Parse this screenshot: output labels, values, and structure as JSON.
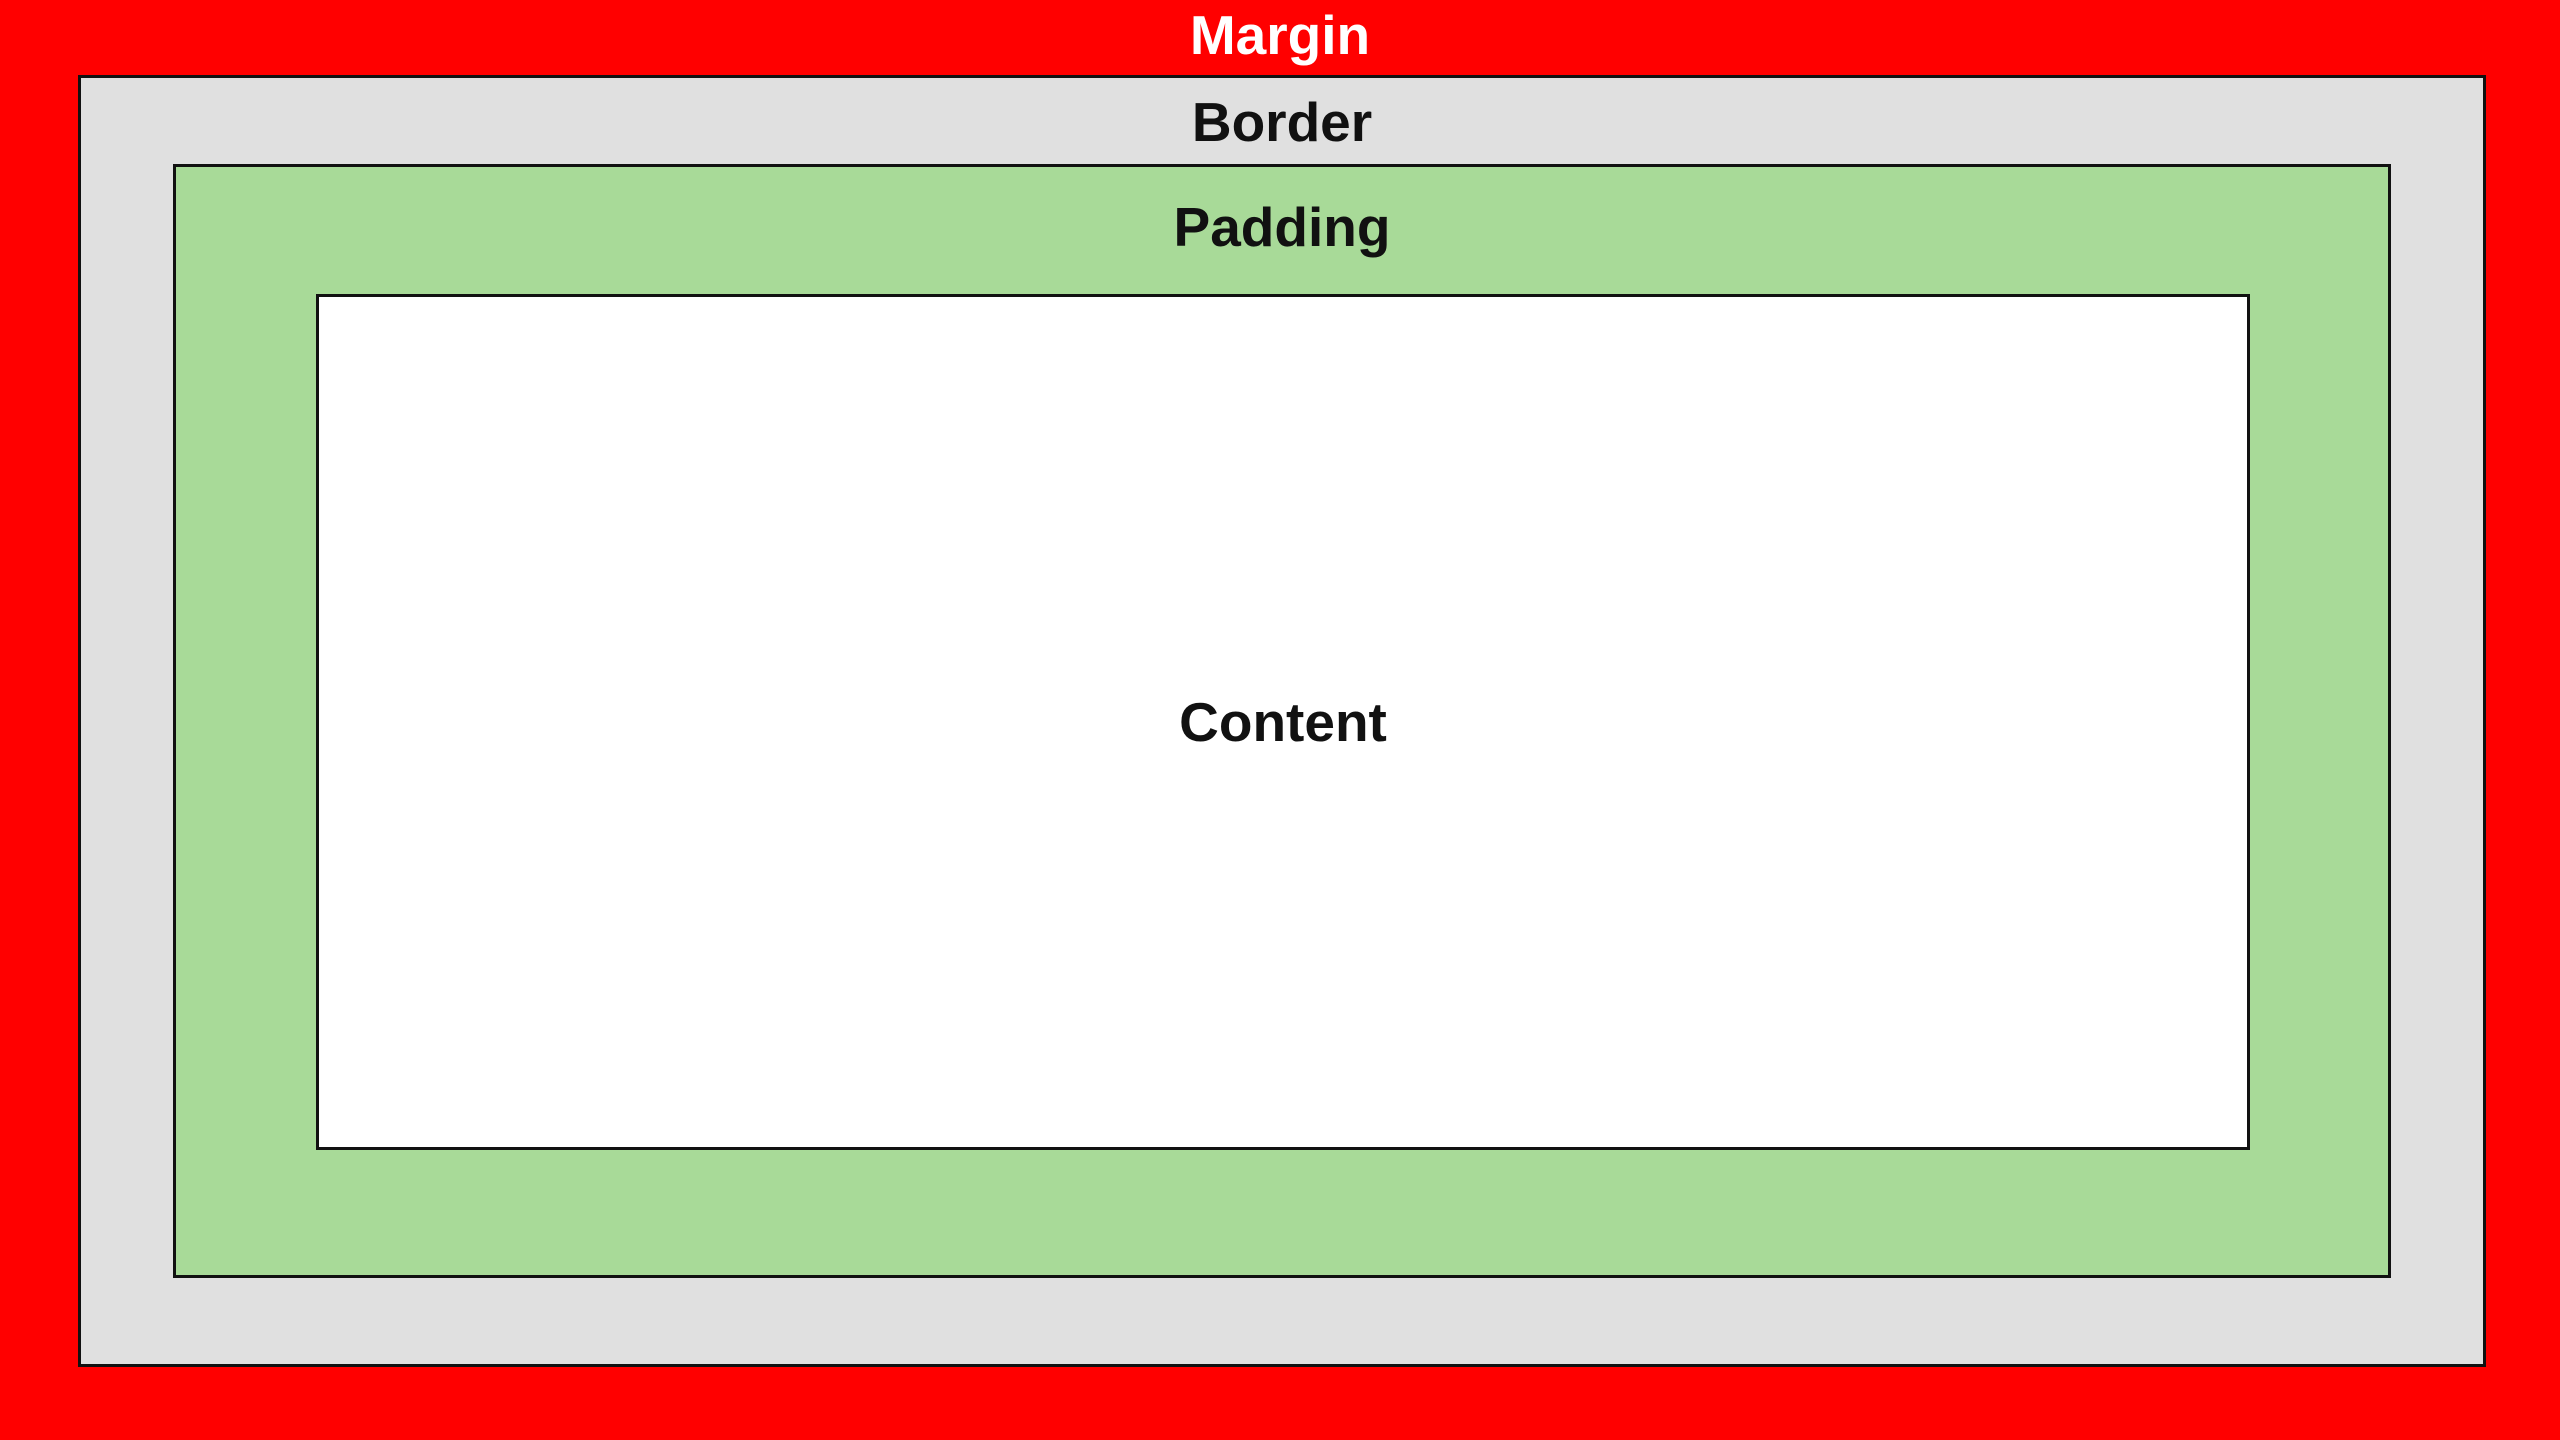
{
  "diagram": {
    "margin_label": "Margin",
    "border_label": "Border",
    "padding_label": "Padding",
    "content_label": "Content"
  },
  "colors": {
    "margin": "#ff0000",
    "border": "#e0e0e0",
    "padding": "#a8da98",
    "content": "#ffffff",
    "outline": "#111111"
  }
}
